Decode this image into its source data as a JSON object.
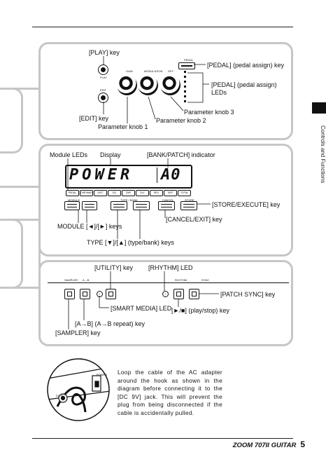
{
  "side_tab": {
    "text": "Controls and Functions"
  },
  "footer": {
    "title": "ZOOM 707II GUITAR",
    "page": "5"
  },
  "panel1": {
    "labels": {
      "play_key": "[PLAY] key",
      "pedal_key": "[PEDAL] (pedal assign) key",
      "pedal_leds": "[PEDAL] (pedal assign)\nLEDs",
      "knob3": "Parameter knob 3",
      "edit_key": "[EDIT] key",
      "knob2": "Parameter knob 2",
      "knob1": "Parameter knob 1"
    },
    "silk": {
      "pedal": "PEDAL",
      "play": "PLAY",
      "edit": "EDIT",
      "gain": "GAIN",
      "modulation": "MODULATION",
      "sfx": "SFX"
    }
  },
  "panel2": {
    "labels": {
      "module_leds": "Module LEDs",
      "display": "Display",
      "bank_patch": "[BANK/PATCH] indicator",
      "store_execute": "[STORE/EXECUTE] key",
      "cancel_exit": "[CANCEL/EXIT] key",
      "module_keys": "MODULE [◄]/[►] keys",
      "type_keys": "TYPE [▼]/[▲] (type/bank) keys"
    },
    "lcd": {
      "main": "POWER",
      "bank": "A0"
    },
    "module_buttons": [
      "PEDAL",
      "CMP/WAH",
      "DIST",
      "EQ",
      "ZNR",
      "DLY",
      "REV",
      "SEP",
      "TOTAL"
    ],
    "silk": {
      "module": "MODULE",
      "type_bank": "TYPE / BANK",
      "store": "STORE",
      "cancel": "CANCEL"
    }
  },
  "panel3": {
    "labels": {
      "utility": "[UTILITY] key",
      "rhythm": "[RHYTHM] LED",
      "patch_sync": "[PATCH SYNC] key",
      "smart_media": "[SMART MEDIA] LED",
      "play_stop": "[►/■] (play/stop) key",
      "ab_repeat": "[A→B] (A→B repeat) key",
      "sampler": "[SAMPLER] key"
    },
    "silk": {
      "sampler": "SAMPLER",
      "ab": "A→B",
      "rhythm": "RHYTHM",
      "sync": "SYNC"
    }
  },
  "note": {
    "paragraph": "Loop the cable of the AC adapter around the hook as shown in the diagram before connecting it to the [DC 9V] jack. This will prevent the plug from being disconnected if the cable is accidentally pulled.",
    "illustration_power": "POWER",
    "illustration_dc": "DC 9V"
  }
}
